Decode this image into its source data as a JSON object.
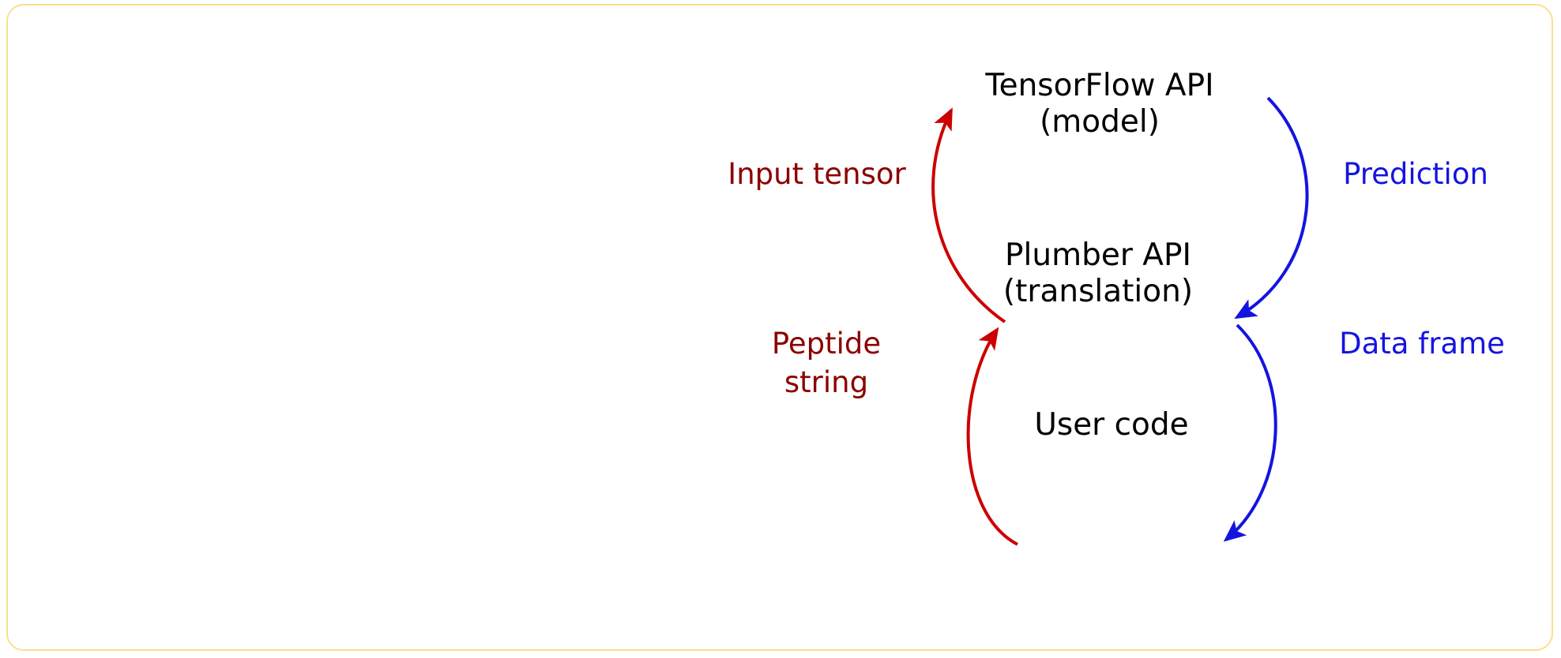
{
  "figure": {
    "frame_color": "#fadf8e",
    "background_color": "#ffffff",
    "arrow_red_color": "#cc0000",
    "arrow_blue_color": "#1414e0",
    "text_red_color": "#8b0000",
    "text_blue_color": "#1414e0",
    "text_black_color": "#000000"
  },
  "nodes": [
    {
      "id": "tensorflow",
      "line1": "TensorFlow API",
      "line2": "(model)"
    },
    {
      "id": "plumber",
      "line1": "Plumber API",
      "line2": "(translation)"
    },
    {
      "id": "usercode",
      "line1": "User code",
      "line2": ""
    }
  ],
  "edges": [
    {
      "id": "input-tensor",
      "label_line1": "Input tensor",
      "label_line2": "",
      "color": "#cc0000",
      "from": "plumber",
      "to": "tensorflow",
      "side": "left"
    },
    {
      "id": "prediction",
      "label_line1": "Prediction",
      "label_line2": "",
      "color": "#1414e0",
      "from": "tensorflow",
      "to": "plumber",
      "side": "right"
    },
    {
      "id": "peptide-string",
      "label_line1": "Peptide",
      "label_line2": "string",
      "color": "#cc0000",
      "from": "usercode",
      "to": "plumber",
      "side": "left"
    },
    {
      "id": "data-frame",
      "label_line1": "Data frame",
      "label_line2": "",
      "color": "#1414e0",
      "from": "plumber",
      "to": "usercode",
      "side": "right"
    }
  ]
}
